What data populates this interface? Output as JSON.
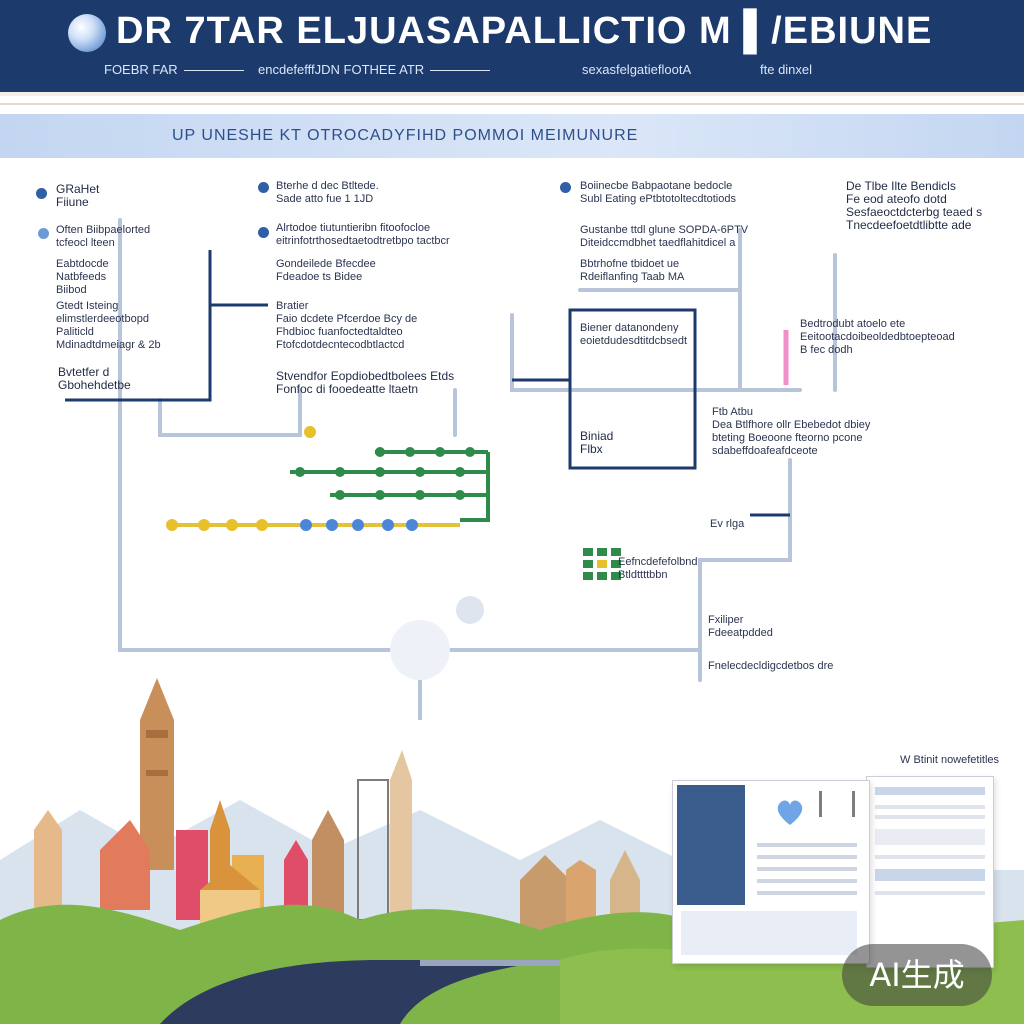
{
  "header": {
    "title": "DR 7TAR  ELJUASAPALLICTIO M  ▌/EBIUNE",
    "subtitle_left": "FOEBR FAR",
    "subtitle_center": "encdefefffJDN  FOTHEE ATR",
    "subtitle_right": "sexasfelgatieflootA",
    "subtitle_far": "fte dinxel"
  },
  "banner": {
    "text": "UP  UNESHE  KT OTROCADYFIHD POMMOI MEIMUNURE"
  },
  "left_column": [
    {
      "lines": [
        "GRaHet",
        "Fiiune"
      ]
    },
    {
      "lines": [
        "Often Biibpaelorted",
        "tcfeocl lteen"
      ]
    },
    {
      "lines": [
        "Eabtdocde",
        "Natbfeeds",
        "Biibod"
      ]
    },
    {
      "lines": [
        "Gtedt Isteing",
        "elimstlerdeeotbopd",
        "Paliticld",
        "Mdinadtdmeiagr & 2b"
      ]
    },
    {
      "lines": [
        "Bvtetfer d",
        "Gbohehdetbe"
      ]
    }
  ],
  "center_column": [
    {
      "lines": [
        "Bterhe d dec Btltede.",
        "Sade atto fue  1 1JD"
      ]
    },
    {
      "lines": [
        "Alrtodoe tiutuntieribn  fitoofocloe",
        "eitrinfotrthosedtaetodtretbpo  tactbcr"
      ]
    },
    {
      "lines": [
        "Gondeilede Bfecdee",
        "Fdeadoe ts Bidee"
      ]
    },
    {
      "lines": [
        "Bratier",
        "Faio dcdete Pfcerdoe   Bcy de",
        "Fhdbioc fuanfoctedtaldteo",
        "Ftofcdotdecntecodbtlactcd"
      ]
    },
    {
      "lines": [
        "Stvendfor Eopdiobedtbolees Etds",
        "Fonfoc di fooedeatte ltaetn"
      ]
    }
  ],
  "right_column": [
    {
      "lines": [
        "Boiinecbe Babpaotane bedocle",
        "Subl Eating ePtbtotoltecdtotiods"
      ]
    },
    {
      "lines": [
        "Gustanbe ttdl glune  SOPDA-6PTV",
        "Diteidccmdbhet taedflahitdicel a"
      ]
    },
    {
      "lines": [
        "Bbtrhofne tbidoet ue",
        "Rdeiflanfing Taab  MA"
      ]
    },
    {
      "lines": [
        "Biener datanondeny",
        "eoietdudesdtitdcbsedt"
      ]
    },
    {
      "lines": [
        "Biniad",
        "Flbx"
      ]
    }
  ],
  "far_right": [
    {
      "lines": [
        "De  Tlbe Ilte  Bendicls",
        "  Fe eod ateofo dotd",
        "  Sesfaeoctdcterbg teaed s",
        "  Tnecdeefoetdtlibtte ade"
      ]
    },
    {
      "lines": [
        "Bedtrodubt atoelo ete",
        "Eeitootacdoibeoldedbtoepteoad",
        "B fec dodh"
      ]
    },
    {
      "lines": [
        "Ftb  Atbu",
        "Dea Btlfhore ollr Ebebedot dbiey",
        "bteting Boeoone  fteorno pcone",
        "sdabeffdoafeafdceote"
      ]
    },
    {
      "lines": [
        "Ev  rlga"
      ]
    },
    {
      "lines": [
        "Eefncdefefolbnd",
        "Btldttttbbn"
      ]
    },
    {
      "lines": [
        "Fxiliper",
        "Fdeeatpdded"
      ]
    },
    {
      "lines": [
        "Fnelecdecldigcdetbos dre"
      ]
    }
  ],
  "docs_label": "W  Btinit nowefetitles",
  "badge": "AI生成",
  "colors": {
    "header_bg": "#1c3a6b",
    "banner_bg": "#c3d6f1",
    "line_dark": "#1c3a6b",
    "line_light": "#b7c4da",
    "green_nodes": "#2e8b4a",
    "yellow_node": "#e8c02a",
    "blue_node": "#4c86d8"
  },
  "icons": [
    "globe-logo-icon",
    "heart-icon",
    "skyline-illustration"
  ]
}
